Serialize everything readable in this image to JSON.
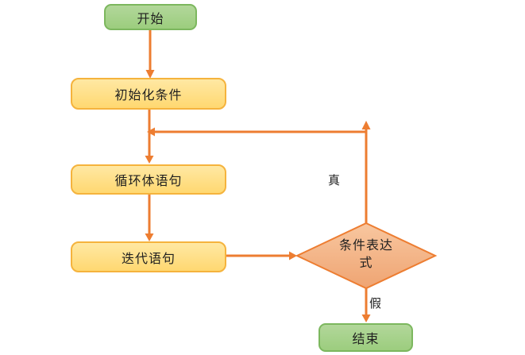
{
  "diagram": {
    "kind": "flowchart",
    "nodes": [
      {
        "id": "start",
        "label": "开始",
        "shape": "rounded-rect",
        "role": "terminator"
      },
      {
        "id": "init",
        "label": "初始化条件",
        "shape": "rounded-rect",
        "role": "process"
      },
      {
        "id": "loop-body",
        "label": "循环体语句",
        "shape": "rounded-rect",
        "role": "process"
      },
      {
        "id": "iterate",
        "label": "迭代语句",
        "shape": "rounded-rect",
        "role": "process"
      },
      {
        "id": "condition",
        "label": "条件表达式",
        "shape": "diamond",
        "role": "decision"
      },
      {
        "id": "end",
        "label": "结束",
        "shape": "rounded-rect",
        "role": "terminator"
      }
    ],
    "edges": [
      {
        "from": "start",
        "to": "init"
      },
      {
        "from": "init",
        "to": "loop-body"
      },
      {
        "from": "loop-body",
        "to": "iterate"
      },
      {
        "from": "iterate",
        "to": "condition"
      },
      {
        "from": "condition",
        "to": "loop-body-junction",
        "label": "真"
      },
      {
        "from": "condition",
        "to": "end",
        "label": "假"
      }
    ],
    "edge_labels": {
      "true_branch": "真",
      "false_branch": "假"
    }
  },
  "colors": {
    "text": "#1f1f1f",
    "arrow": "#ED7D31",
    "green_fill_top": "#B2D79A",
    "green_fill_bottom": "#9CCD7E",
    "green_border": "#7CB75E",
    "yellow_fill_top": "#FFE8A3",
    "yellow_fill_bottom": "#FFD871",
    "yellow_border": "#F5B33D",
    "diamond_fill_top": "#F8C7A0",
    "diamond_fill_bottom": "#EFA472",
    "diamond_border": "#ED7D31"
  }
}
